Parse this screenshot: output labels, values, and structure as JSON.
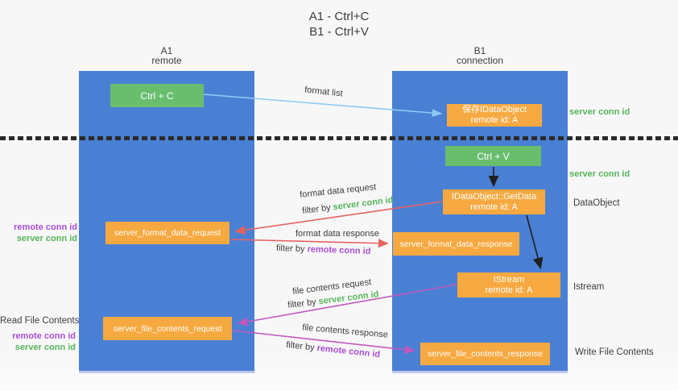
{
  "title": {
    "line1": "A1 - Ctrl+C",
    "line2": "B1 - Ctrl+V"
  },
  "columns": {
    "a": {
      "name": "A1",
      "role": "remote"
    },
    "b": {
      "name": "B1",
      "role": "connection"
    }
  },
  "nodes": {
    "ctrl_c": {
      "label": "Ctrl + C"
    },
    "ctrl_v": {
      "label": "Ctrl + V"
    },
    "save_obj": {
      "line1": "保存IDataObject",
      "line2": "remote id: A"
    },
    "getdata": {
      "line1": "IDataObject::GetData",
      "line2": "remote id: A"
    },
    "istream": {
      "line1": "IStream",
      "line2": "remote id: A"
    },
    "format_request": {
      "label": "server_format_data_request"
    },
    "format_response": {
      "label": "server_format_data_response"
    },
    "file_request": {
      "label": "server_file_contents_request"
    },
    "file_response": {
      "label": "server_file_contents_response"
    }
  },
  "side": {
    "server_conn_top": "server conn id",
    "server_conn_mid": "server conn id",
    "dataobject": "DataObject",
    "istream": "Istream",
    "write_file": "Write File Contents",
    "read_file": "Read File Contents",
    "left1": {
      "remote": "remote conn id",
      "server": "server conn id"
    },
    "left2": {
      "remote": "remote conn id",
      "server": "server conn id"
    }
  },
  "flows": {
    "format_list": {
      "label": "format list"
    },
    "format_req": {
      "label": "format data request",
      "filter_prefix": "filter by",
      "filter_key": "server conn id"
    },
    "format_res": {
      "label": "format data response",
      "filter_prefix": "filter by",
      "filter_key": "remote conn id"
    },
    "file_req": {
      "label": "file contents request",
      "filter_prefix": "filter by",
      "filter_key": "server conn id"
    },
    "file_res": {
      "label": "file contents response",
      "filter_prefix": "filter by",
      "filter_key": "remote conn id"
    }
  },
  "colors": {
    "column_blue": "#4a80d4",
    "button_green": "#69be6e",
    "box_orange": "#f7a941",
    "conn_green": "#57b559",
    "conn_purple": "#ab4ed2",
    "arrow_red": "#e5625f",
    "arrow_magenta": "#c158be",
    "arrow_blue": "#8ecbf2",
    "arrow_black": "#1f1f1f"
  }
}
